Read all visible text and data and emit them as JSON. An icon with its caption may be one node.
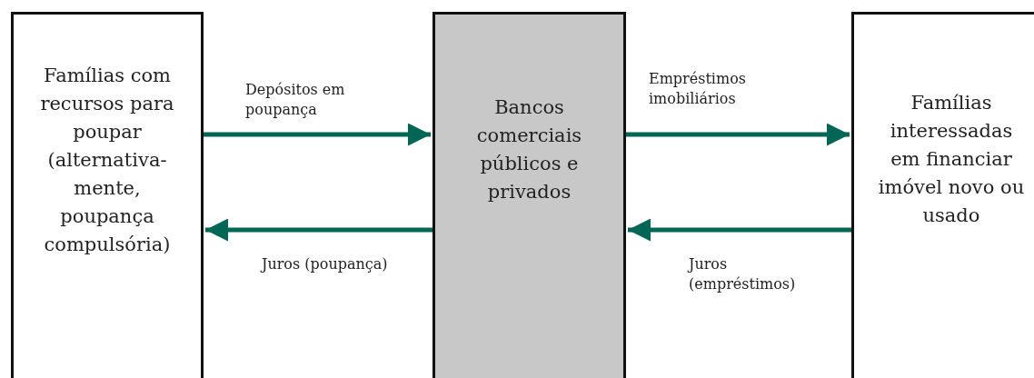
{
  "diagram": {
    "nodes": [
      {
        "text": [
          "Famílias com recursos para poupar (alternativa- mente, poupança compulsória)"
        ]
      },
      {
        "text": [
          "Bancos comerciais públicos e privados"
        ]
      },
      {
        "text": [
          "Famílias interessadas em financiar imóvel novo ou usado"
        ]
      }
    ],
    "edges": [
      {
        "from": 0,
        "to": 1,
        "arrow": "to",
        "label": "Depósitos em poupança"
      },
      {
        "from": 1,
        "to": 0,
        "arrow": "to",
        "label": "Juros (poupança)"
      },
      {
        "from": 1,
        "to": 2,
        "arrow": "to",
        "label": "Empréstimos imobiliários"
      },
      {
        "from": 2,
        "to": 1,
        "arrow": "to",
        "label": "Juros (empréstimos)"
      }
    ]
  }
}
